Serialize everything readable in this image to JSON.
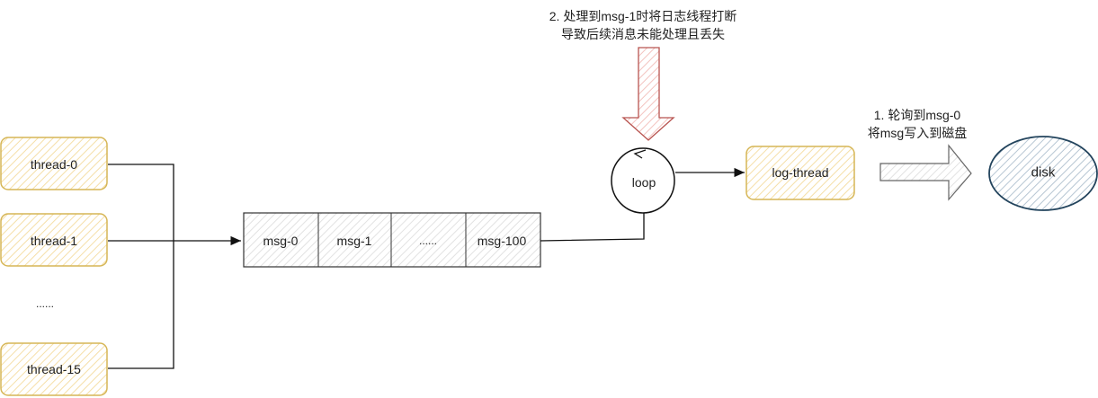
{
  "threads": [
    "thread-0",
    "thread-1",
    "......",
    "thread-15"
  ],
  "queue": [
    "msg-0",
    "msg-1",
    "......",
    "msg-100"
  ],
  "loop_label": "loop",
  "log_thread_label": "log-thread",
  "disk_label": "disk",
  "note_interrupt": {
    "line1": "2. 处理到msg-1时将日志线程打断",
    "line2": "导致后续消息未能处理且丢失"
  },
  "note_write": {
    "line1": "1. 轮询到msg-0",
    "line2": "将msg写入到磁盘"
  },
  "colors": {
    "thread_border": "#d6b656",
    "thread_fill": "#fff2cc",
    "red_arrow": "#b85450",
    "disk_border": "#23445d",
    "disk_fill": "#bac8d3"
  }
}
